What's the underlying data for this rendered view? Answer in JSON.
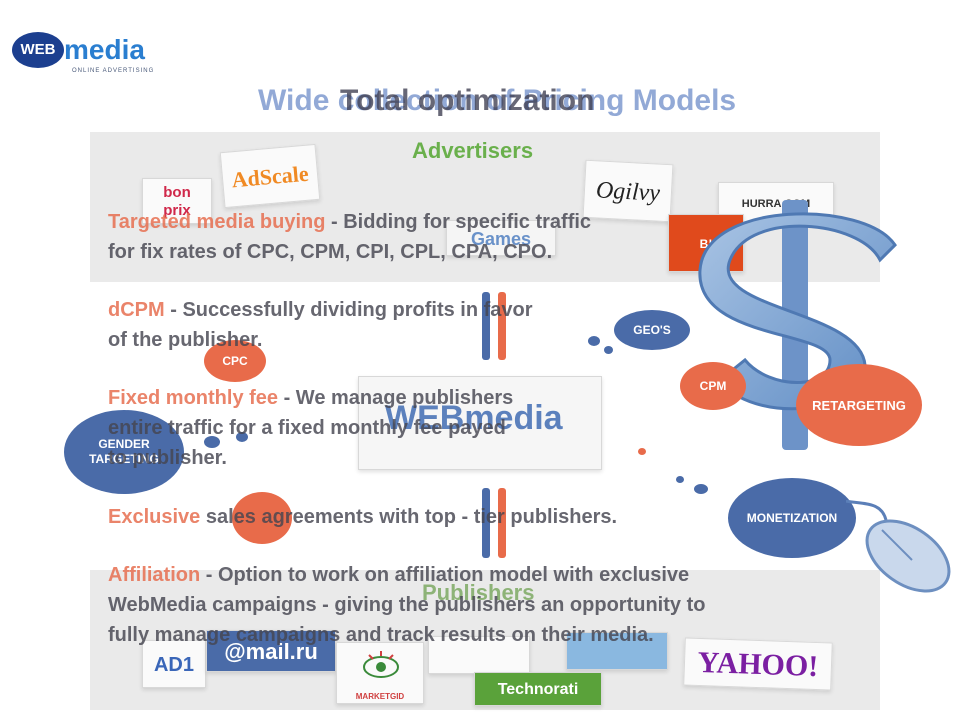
{
  "logo": {
    "badge": "WEB",
    "word_a": "",
    "word_b": "media",
    "tagline": "ONLINE ADVERTISING"
  },
  "titles": {
    "ghost": "Wide collection of Pricing Models",
    "main": "Total optimization"
  },
  "sections": {
    "advertisers": "Advertisers",
    "publishers": "Publishers"
  },
  "tiles": {
    "adscale": "AdScale",
    "bonprix_line1": "bon",
    "bonprix_line2": "prix",
    "ogilvy": "Ogilvy",
    "hurra": "HURRA.COM",
    "bb": "B! BIGBROTHER",
    "games": "Games",
    "center_logo": "WEBmedia",
    "ad1": "AD1",
    "mailru": "@mail.ru",
    "marketgid": "MARKETGID",
    "technorati": "Technorati",
    "yahoo": "YAHOO!"
  },
  "clouds": {
    "cpc": "CPC",
    "gender": "GENDER TARGETING",
    "geos": "GEO'S",
    "cpm": "CPM",
    "retargeting": "RETARGETING",
    "monetization": "MONETIZATION"
  },
  "items": [
    {
      "key": "Targeted media buying",
      "line1": " - Bidding for specific traffic",
      "line2": "for fix rates of CPC, CPM, CPI, CPL, CPA, CPO."
    },
    {
      "key": "dCPM",
      "line1": " - Successfully dividing profits in favor",
      "line2": "of the publisher."
    },
    {
      "key": "Fixed monthly fee",
      "line1": " - We manage publishers",
      "line2": "entire traffic for a fixed monthly fee payed",
      "line3": "to publisher."
    },
    {
      "key": "Exclusive",
      "line1": " sales agreements with top - tier publishers."
    },
    {
      "key": "Affiliation",
      "line1": " - Option to work on affiliation model with exclusive",
      "line2": "WebMedia campaigns - giving the publishers an opportunity to",
      "line3": "fully manage campaigns and track results on their media."
    }
  ]
}
